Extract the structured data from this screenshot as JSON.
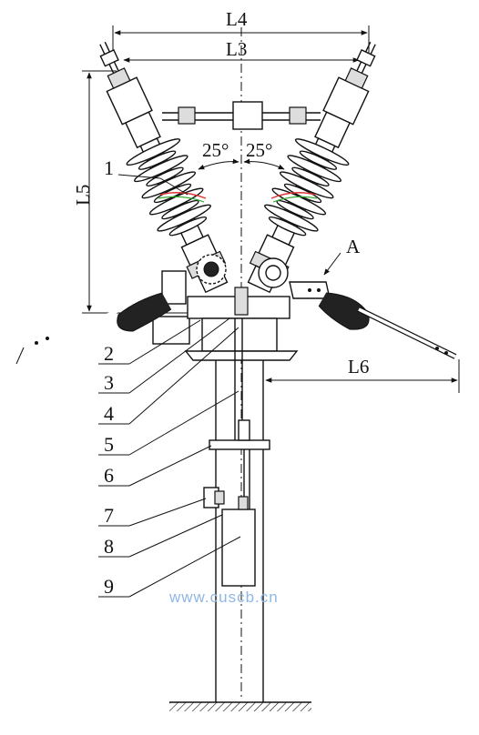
{
  "dimensions": {
    "L4": "L4",
    "L3": "L3",
    "L5": "L5",
    "L6": "L6",
    "angle_left": "25°",
    "angle_right": "25°",
    "view_label": "A"
  },
  "callouts": [
    "1",
    "2",
    "3",
    "4",
    "5",
    "6",
    "7",
    "8",
    "9"
  ],
  "watermark": "www.cuscb.cn"
}
